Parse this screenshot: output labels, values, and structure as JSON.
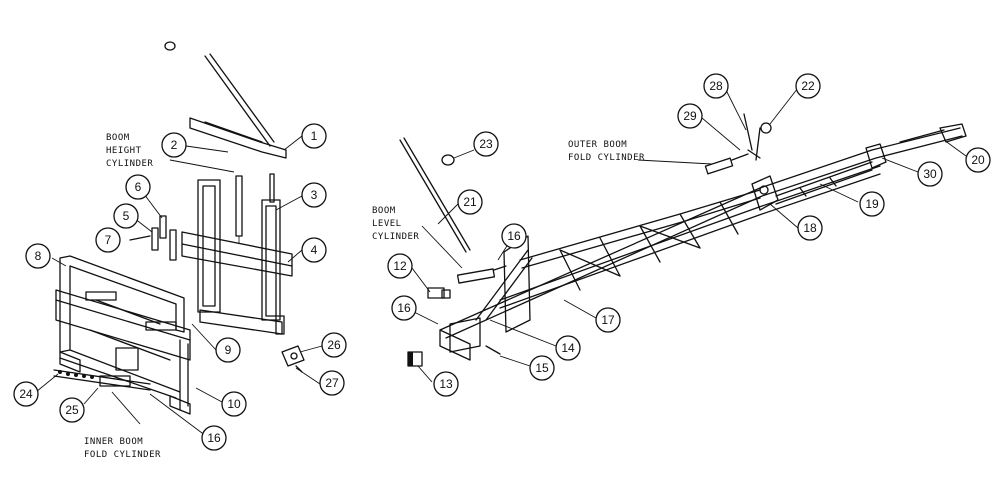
{
  "callouts": [
    {
      "id": "c1",
      "text": "1"
    },
    {
      "id": "c2",
      "text": "2"
    },
    {
      "id": "c3",
      "text": "3"
    },
    {
      "id": "c4",
      "text": "4"
    },
    {
      "id": "c5",
      "text": "5"
    },
    {
      "id": "c6",
      "text": "6"
    },
    {
      "id": "c7",
      "text": "7"
    },
    {
      "id": "c8",
      "text": "8"
    },
    {
      "id": "c9",
      "text": "9"
    },
    {
      "id": "c10",
      "text": "10"
    },
    {
      "id": "c12",
      "text": "12"
    },
    {
      "id": "c13",
      "text": "13"
    },
    {
      "id": "c14",
      "text": "14"
    },
    {
      "id": "c15",
      "text": "15"
    },
    {
      "id": "c16a",
      "text": "16"
    },
    {
      "id": "c16b",
      "text": "16"
    },
    {
      "id": "c16c",
      "text": "16"
    },
    {
      "id": "c17",
      "text": "17"
    },
    {
      "id": "c18",
      "text": "18"
    },
    {
      "id": "c19",
      "text": "19"
    },
    {
      "id": "c20",
      "text": "20"
    },
    {
      "id": "c21",
      "text": "21"
    },
    {
      "id": "c22",
      "text": "22"
    },
    {
      "id": "c23",
      "text": "23"
    },
    {
      "id": "c24",
      "text": "24"
    },
    {
      "id": "c25",
      "text": "25"
    },
    {
      "id": "c26",
      "text": "26"
    },
    {
      "id": "c27",
      "text": "27"
    },
    {
      "id": "c28",
      "text": "28"
    },
    {
      "id": "c29",
      "text": "29"
    },
    {
      "id": "c30",
      "text": "30"
    }
  ],
  "labels": {
    "boom_height_cylinder": [
      "BOOM",
      "HEIGHT",
      "CYLINDER"
    ],
    "boom_level_cylinder": [
      "BOOM",
      "LEVEL",
      "CYLINDER"
    ],
    "outer_boom_fold_cylinder": [
      "OUTER BOOM",
      "FOLD CYLINDER"
    ],
    "inner_boom_fold_cylinder": [
      "INNER BOOM",
      "FOLD CYLINDER"
    ]
  }
}
